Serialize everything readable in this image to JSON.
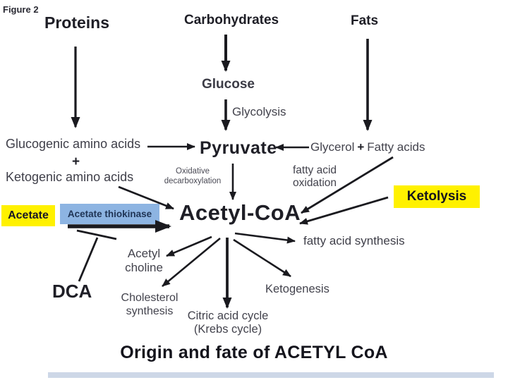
{
  "figure_label": "Figure 2",
  "title": "Origin and fate of ACETYL CoA",
  "sources": {
    "proteins": "Proteins",
    "carbohydrates": "Carbohydrates",
    "fats": "Fats"
  },
  "nodes": {
    "glucose": "Glucose",
    "glycolysis": "Glycolysis",
    "glucogenic_amino_acids": "Glucogenic amino acids",
    "plus": "+",
    "ketogenic_amino_acids": "Ketogenic amino acids",
    "pyruvate": "Pyruvate",
    "oxidative_decarboxylation": "Oxidative decarboxylation",
    "glycerol": "Glycerol",
    "fatty_acids": "Fatty acids",
    "fatty_acid_oxidation": "fatty acid oxidation",
    "acetyl_coa": "Acetyl-CoA",
    "fatty_acid_synthesis": "fatty acid synthesis",
    "acetyl_choline": "Acetyl choline",
    "cholesterol_synthesis": "Cholesterol synthesis",
    "citric_acid_cycle": "Citric acid cycle (Krebs cycle)",
    "ketogenesis": "Ketogenesis",
    "dca": "DCA"
  },
  "highlights": {
    "acetate": "Acetate",
    "acetate_thiokinase": "Acetate thiokinase",
    "ketolysis": "Ketolysis"
  },
  "colors": {
    "highlight_yellow": "#fff100",
    "highlight_blue": "#8db4e2",
    "arrow_black": "#1a1a1f",
    "text_dark": "#1e1e26",
    "text_gray": "#45454e",
    "bottom_bar": "#bcc9df"
  }
}
